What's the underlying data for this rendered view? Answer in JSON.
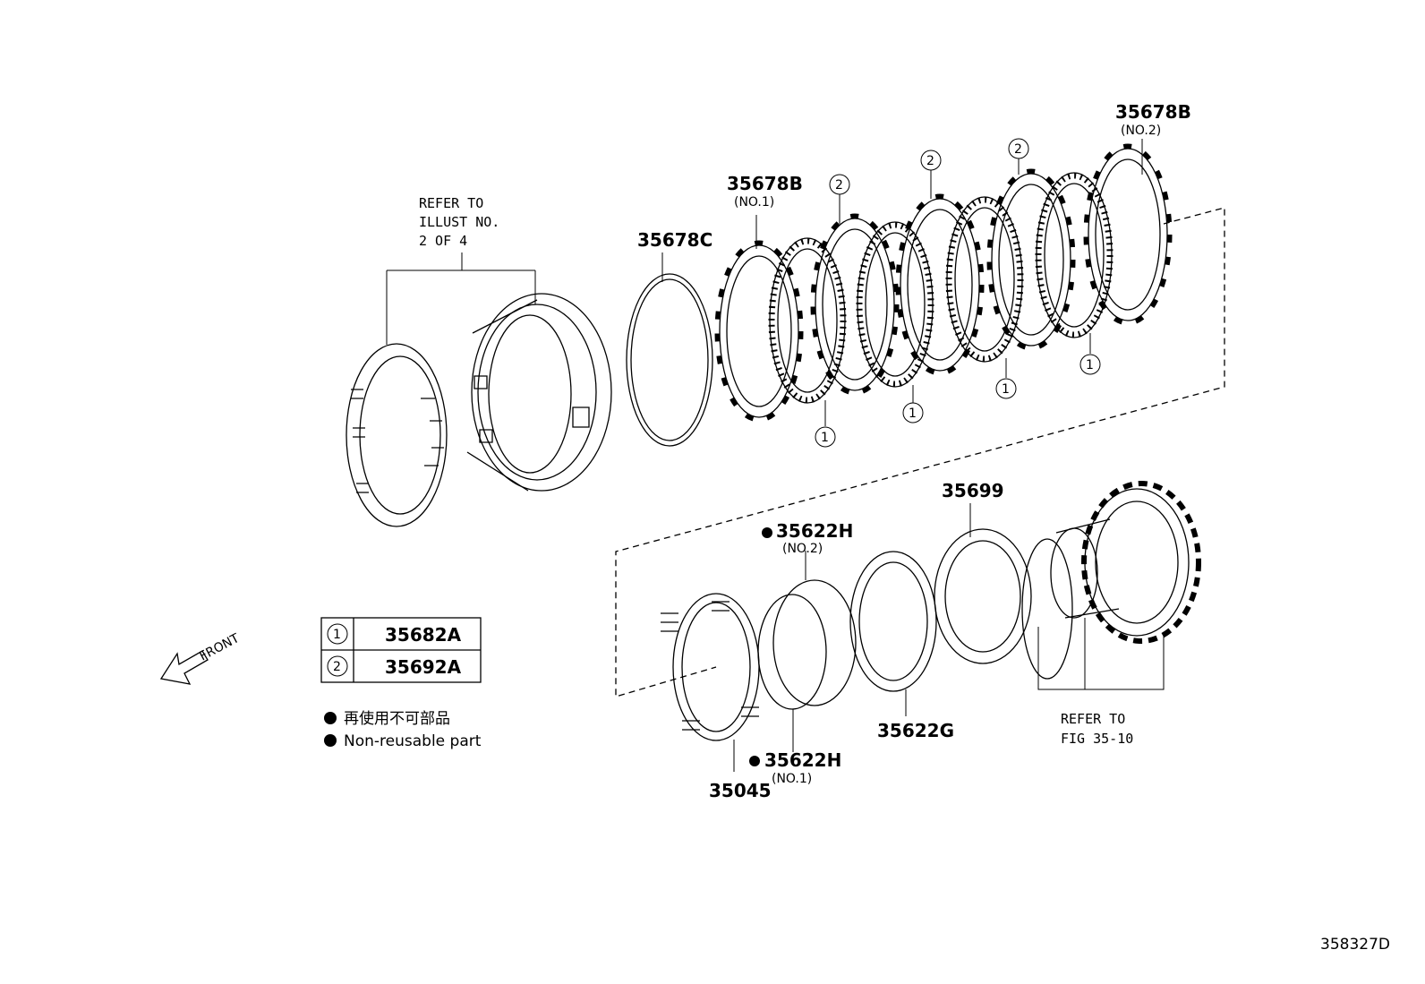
{
  "refer_illust": {
    "line1": "REFER TO",
    "line2": "ILLUST NO.",
    "line3": "2 OF 4"
  },
  "parts": {
    "p35678C": "35678C",
    "p35678B_no1": {
      "code": "35678B",
      "note": "(NO.1)"
    },
    "p35678B_no2": {
      "code": "35678B",
      "note": "(NO.2)"
    },
    "p35699": "35699",
    "p35622H_no2": {
      "code": "35622H",
      "note": "(NO.2)"
    },
    "p35622H_no1": {
      "code": "35622H",
      "note": "(NO.1)"
    },
    "p35622G": "35622G",
    "p35045": "35045"
  },
  "callout_numbers": {
    "one": "1",
    "two": "2"
  },
  "refer_fig": {
    "line1": "REFER TO",
    "line2": "FIG 35-10"
  },
  "front_label": "FRONT",
  "legend_table": [
    {
      "key": "1",
      "part": "35682A"
    },
    {
      "key": "2",
      "part": "35692A"
    }
  ],
  "notes": {
    "japanese": "再使用不可部品",
    "english": "Non-reusable part"
  },
  "figure_id": "358327D"
}
